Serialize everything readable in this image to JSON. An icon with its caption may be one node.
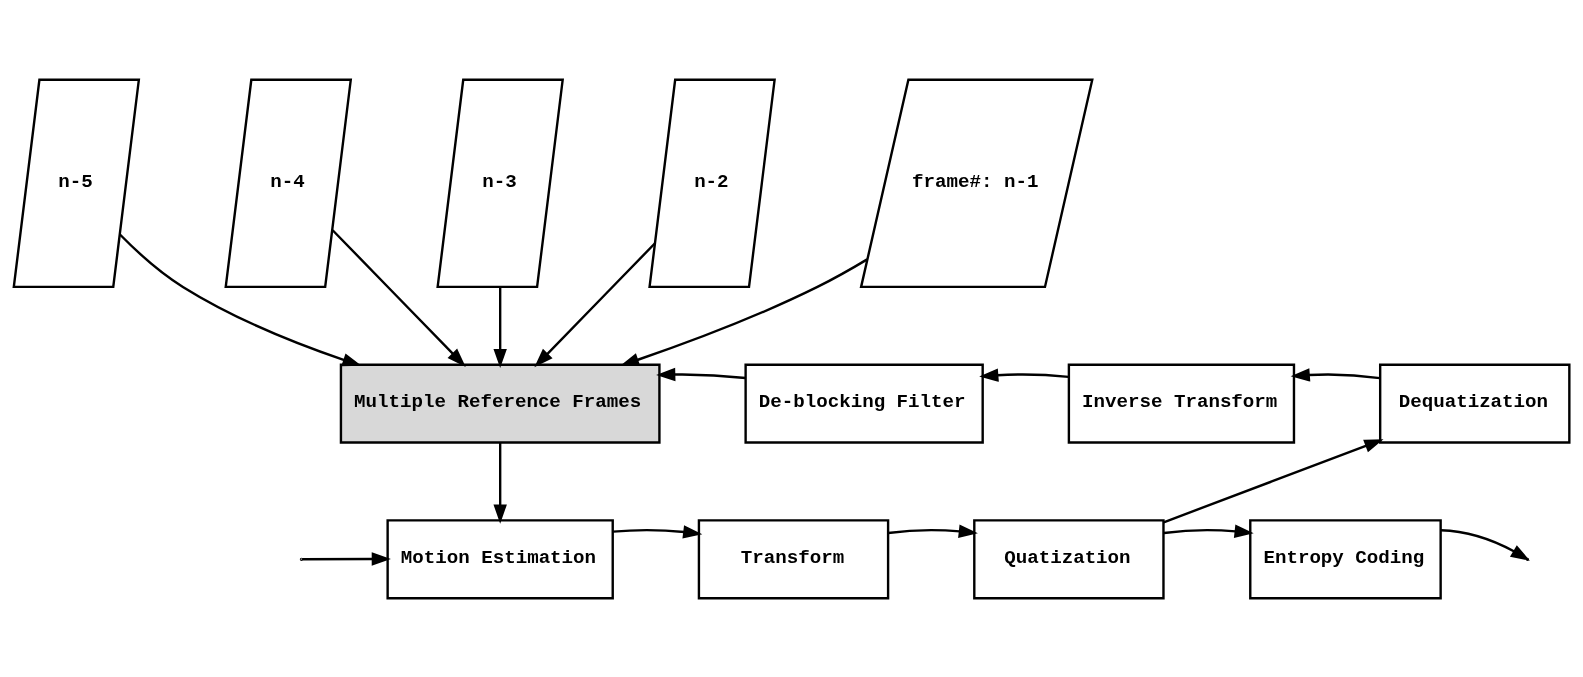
{
  "diagram": {
    "nodes": [
      {
        "text": [
          "n-5"
        ]
      },
      {
        "text": [
          "n-4"
        ]
      },
      {
        "text": [
          "n-3"
        ]
      },
      {
        "text": [
          "n-2"
        ]
      },
      {
        "text": [
          "frame#: n-1"
        ]
      },
      {
        "text": [
          "Multiple Reference Frames"
        ]
      },
      {
        "text": [
          "De-blocking Filter"
        ]
      },
      {
        "text": [
          "Inverse Transform"
        ]
      },
      {
        "text": [
          "Dequatization"
        ]
      },
      {
        "text": [
          "Motion Estimation"
        ]
      },
      {
        "text": [
          "Transform"
        ]
      },
      {
        "text": [
          "Quatization"
        ]
      },
      {
        "text": [
          "Entropy Coding"
        ]
      }
    ],
    "edges": [
      {
        "from": 0,
        "to": 5,
        "arrow": "to"
      },
      {
        "from": 1,
        "to": 5,
        "arrow": "to"
      },
      {
        "from": 2,
        "to": 5,
        "arrow": "to"
      },
      {
        "from": 3,
        "to": 5,
        "arrow": "to"
      },
      {
        "from": 4,
        "to": 5,
        "arrow": "to"
      },
      {
        "from": 8,
        "to": 7,
        "arrow": "to"
      },
      {
        "from": 7,
        "to": 6,
        "arrow": "to"
      },
      {
        "from": 6,
        "to": 5,
        "arrow": "to"
      },
      {
        "from": null,
        "to": 9,
        "arrow": "to"
      },
      {
        "from": 5,
        "to": 9,
        "arrow": "to"
      },
      {
        "from": 9,
        "to": 10,
        "arrow": "to"
      },
      {
        "from": 10,
        "to": 11,
        "arrow": "to"
      },
      {
        "from": 11,
        "to": 12,
        "arrow": "to"
      },
      {
        "from": 11,
        "to": 8,
        "arrow": "to"
      },
      {
        "from": 12,
        "to": null,
        "arrow": "to"
      }
    ]
  }
}
